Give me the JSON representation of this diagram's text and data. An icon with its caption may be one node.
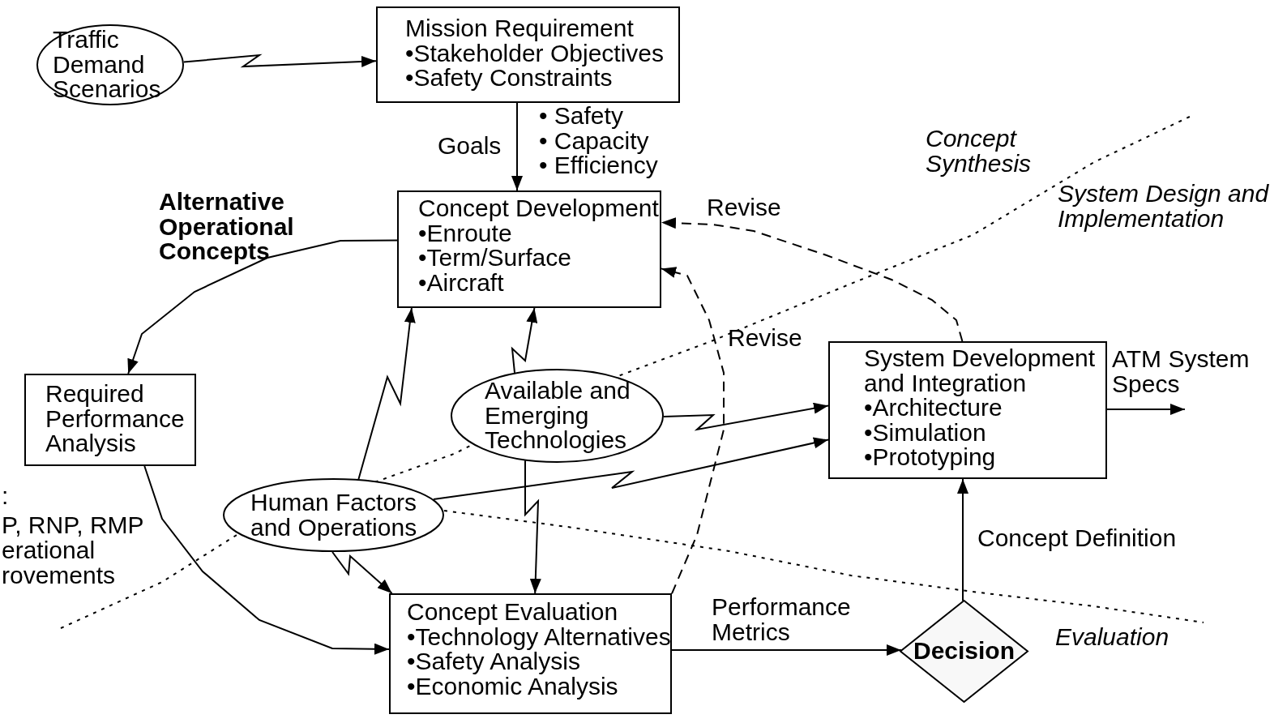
{
  "diagram": {
    "nodes": [
      {
        "text": [
          "Traffic Demand Scenarios"
        ]
      },
      {
        "text": [
          "Mission Requirement",
          "•Stakeholder Objectives",
          "•Safety Constraints"
        ]
      },
      {
        "text": [
          "Concept Development",
          "•Enroute",
          "•Term/Surface",
          "•Aircraft"
        ]
      },
      {
        "text": [
          "Required Performance Analysis"
        ]
      },
      {
        "text": [
          "Available and Emerging Technologies"
        ]
      },
      {
        "text": [
          "Human Factors and Operations"
        ]
      },
      {
        "text": [
          "System Development and Integration",
          "•Architecture",
          "•Simulation",
          "•Prototyping"
        ]
      },
      {
        "text": [
          "Concept  Evaluation",
          "•Technology Alternatives",
          "•Safety Analysis",
          "•Economic Analysis"
        ]
      },
      {
        "text": [
          "Decision"
        ]
      }
    ],
    "edges": [
      {
        "from": 0,
        "to": 1,
        "arrow": "to"
      },
      {
        "from": 1,
        "to": 2,
        "arrow": "to",
        "label": "Goals"
      },
      {
        "from": 2,
        "to": 3,
        "arrow": "to",
        "label": "Alternative Operational Concepts"
      },
      {
        "from": 3,
        "to": 7,
        "arrow": "to"
      },
      {
        "from": 5,
        "to": 2,
        "arrow": "to"
      },
      {
        "from": 4,
        "to": 2,
        "arrow": "to"
      },
      {
        "from": 4,
        "to": 6,
        "arrow": "to"
      },
      {
        "from": 5,
        "to": 6,
        "arrow": "to"
      },
      {
        "from": 5,
        "to": 7,
        "arrow": "to"
      },
      {
        "from": 4,
        "to": 7,
        "arrow": "to"
      },
      {
        "from": 7,
        "to": 8,
        "arrow": "to",
        "label": "Performance Metrics"
      },
      {
        "from": 8,
        "to": 6,
        "arrow": "to",
        "label": "Concept Definition"
      },
      {
        "from": 6,
        "to": 2,
        "arrow": "to",
        "label": "Revise",
        "style": "dashed"
      },
      {
        "from": 7,
        "to": 2,
        "arrow": "to",
        "label": "Revise",
        "style": "dashed"
      },
      {
        "from": 6,
        "to": null,
        "arrow": "to",
        "label": "ATM System Specs"
      }
    ],
    "labels": [
      "• Safety",
      "• Capacity",
      "• Efficiency",
      "Concept Synthesis",
      "System Design and Implementation",
      ":",
      "P, RNP, RMP",
      "erational",
      "rovements",
      "Evaluation"
    ]
  }
}
